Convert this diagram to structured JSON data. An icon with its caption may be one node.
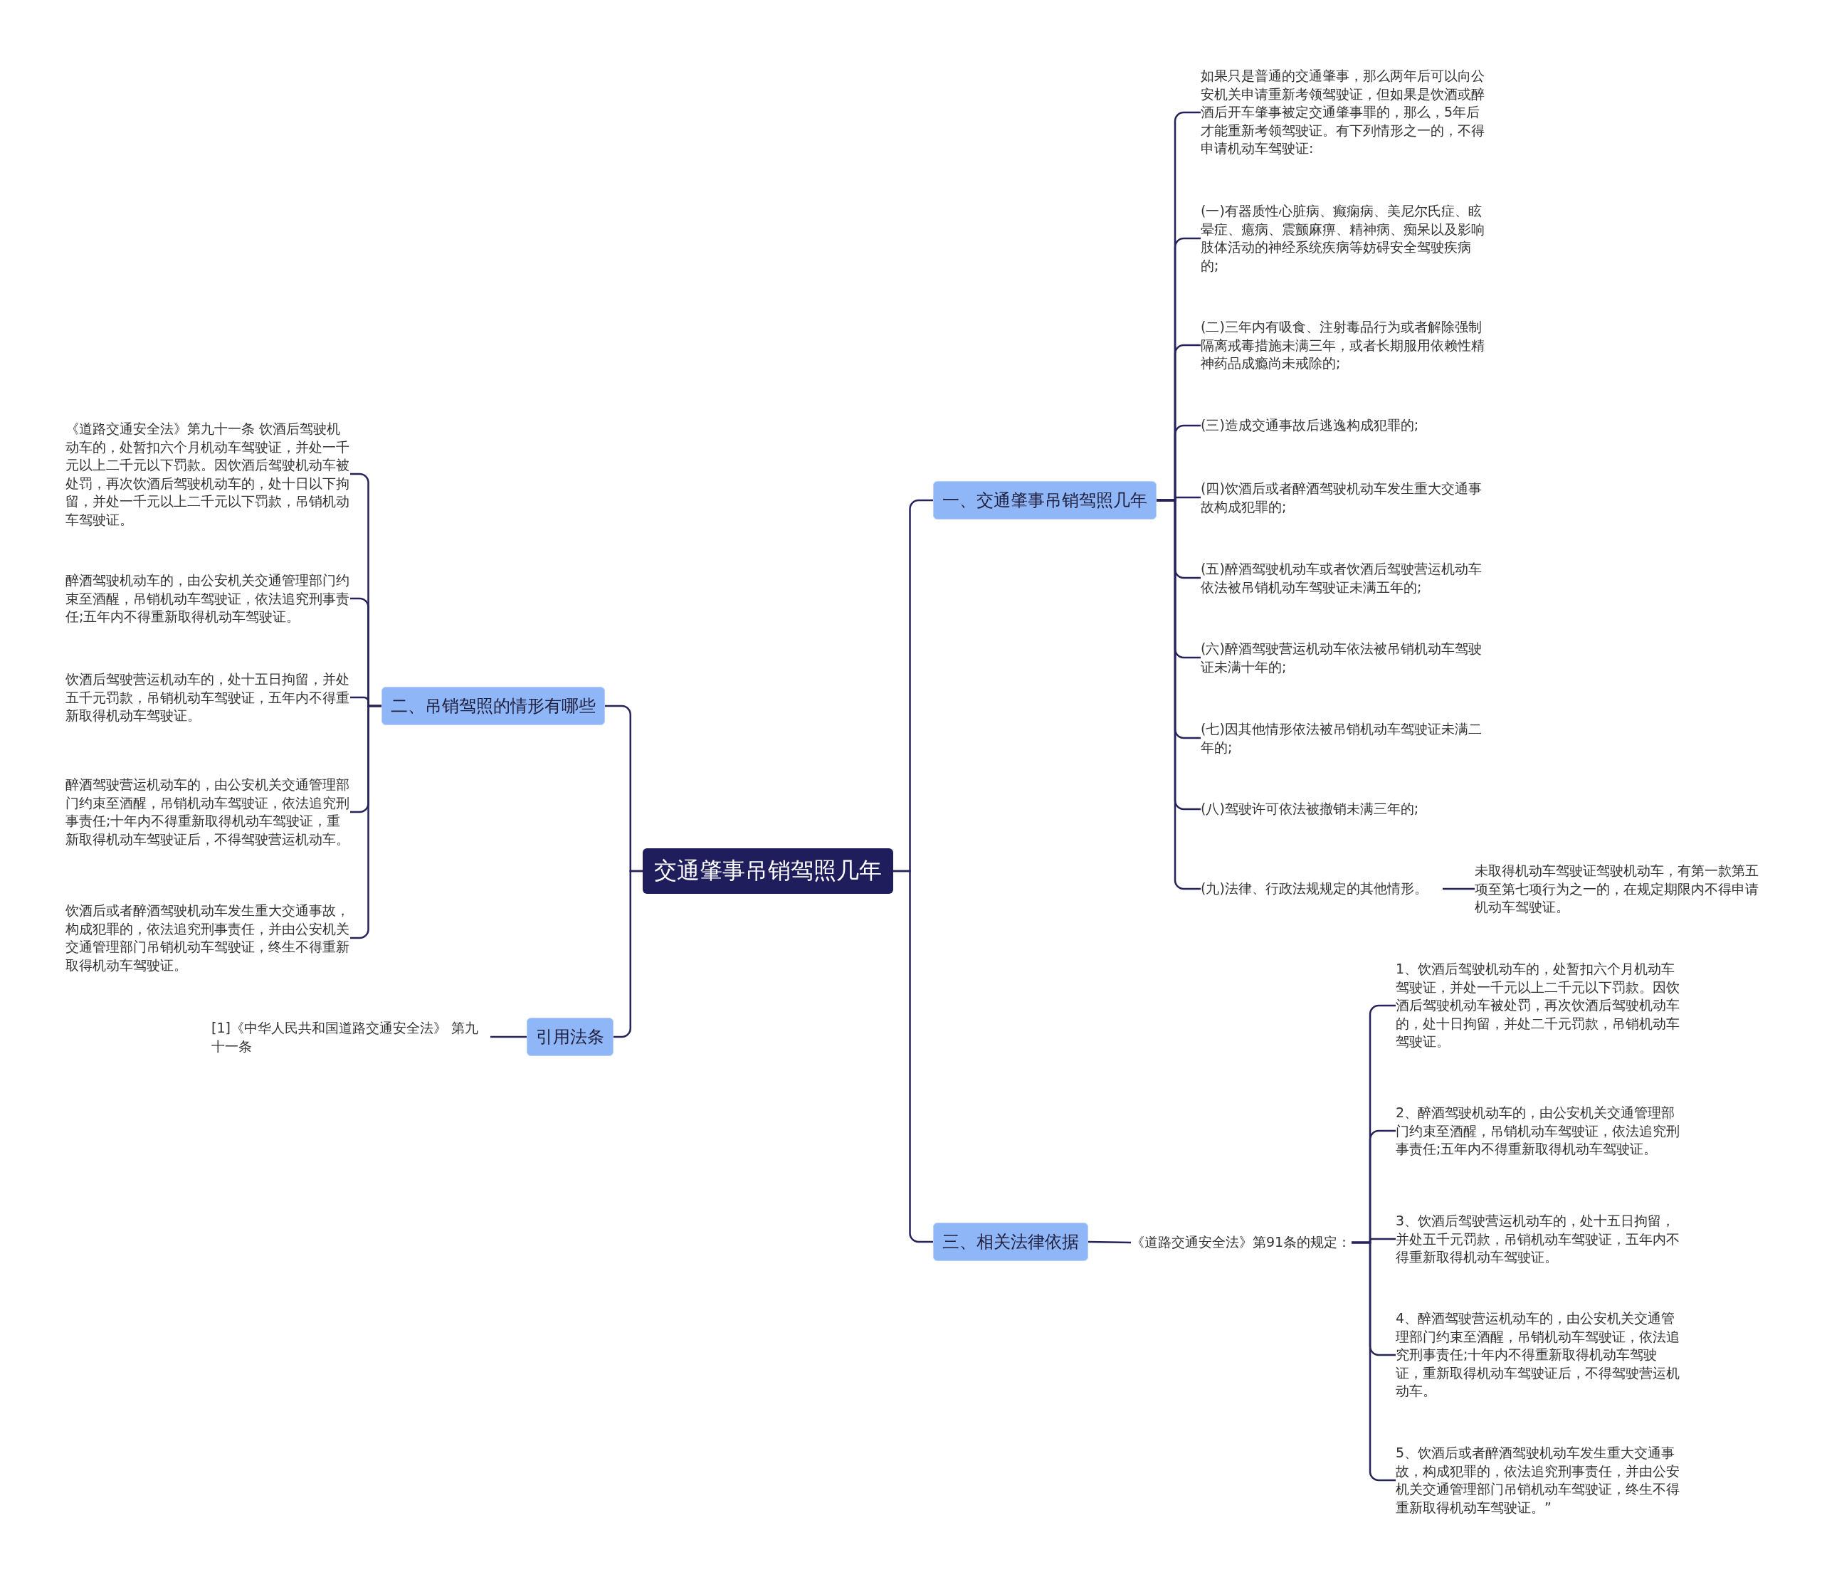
{
  "diagram": {
    "nodes": [
      {
        "text": [
          "交通肇事吊销驾照几年"
        ]
      },
      {
        "text": [
          "一、交通肇事吊销驾照几年"
        ]
      },
      {
        "text": [
          "如果只是普通的交通肇事，那么两年后可以向公安机关申请重新考领驾驶证，但如果是饮酒或醉酒后开车肇事被定交通肇事罪的，那么，5年后才能重新考领驾驶证。有下列情形之一的，不得申请机动车驾驶证:"
        ]
      },
      {
        "text": [
          "(一)有器质性心脏病、癫痫病、美尼尔氏症、眩晕症、癔病、震颤麻痹、精神病、痴呆以及影响肢体活动的神经系统疾病等妨碍安全驾驶疾病的;"
        ]
      },
      {
        "text": [
          "(二)三年内有吸食、注射毒品行为或者解除强制隔离戒毒措施未满三年，或者长期服用依赖性精神药品成瘾尚未戒除的;"
        ]
      },
      {
        "text": [
          "(三)造成交通事故后逃逸构成犯罪的;"
        ]
      },
      {
        "text": [
          "(四)饮酒后或者醉酒驾驶机动车发生重大交通事故构成犯罪的;"
        ]
      },
      {
        "text": [
          "(五)醉酒驾驶机动车或者饮酒后驾驶营运机动车依法被吊销机动车驾驶证未满五年的;"
        ]
      },
      {
        "text": [
          "(六)醉酒驾驶营运机动车依法被吊销机动车驾驶证未满十年的;"
        ]
      },
      {
        "text": [
          "(七)因其他情形依法被吊销机动车驾驶证未满二年的;"
        ]
      },
      {
        "text": [
          "(八)驾驶许可依法被撤销未满三年的;"
        ]
      },
      {
        "text": [
          "(九)法律、行政法规规定的其他情形。"
        ]
      },
      {
        "text": [
          "未取得机动车驾驶证驾驶机动车，有第一款第五项至第七项行为之一的，在规定期限内不得申请机动车驾驶证。"
        ]
      },
      {
        "text": [
          "二、吊销驾照的情形有哪些"
        ]
      },
      {
        "text": [
          "《道路交通安全法》第九十一条 饮酒后驾驶机动车的，处暂扣六个月机动车驾驶证，并处一千元以上二千元以下罚款。因饮酒后驾驶机动车被处罚，再次饮酒后驾驶机动车的，处十日以下拘留，并处一千元以上二千元以下罚款，吊销机动车驾驶证。"
        ]
      },
      {
        "text": [
          "醉酒驾驶机动车的，由公安机关交通管理部门约束至酒醒，吊销机动车驾驶证，依法追究刑事责任;五年内不得重新取得机动车驾驶证。"
        ]
      },
      {
        "text": [
          "饮酒后驾驶营运机动车的，处十五日拘留，并处五千元罚款，吊销机动车驾驶证，五年内不得重新取得机动车驾驶证。"
        ]
      },
      {
        "text": [
          "醉酒驾驶营运机动车的，由公安机关交通管理部门约束至酒醒，吊销机动车驾驶证，依法追究刑事责任;十年内不得重新取得机动车驾驶证，重新取得机动车驾驶证后，不得驾驶营运机动车。"
        ]
      },
      {
        "text": [
          "饮酒后或者醉酒驾驶机动车发生重大交通事故，构成犯罪的，依法追究刑事责任，并由公安机关交通管理部门吊销机动车驾驶证，终生不得重新取得机动车驾驶证。"
        ]
      },
      {
        "text": [
          "引用法条"
        ]
      },
      {
        "text": [
          "[1]《中华人民共和国道路交通安全法》 第九十一条"
        ]
      },
      {
        "text": [
          "三、相关法律依据"
        ]
      },
      {
        "text": [
          "《道路交通安全法》第91条的规定："
        ]
      },
      {
        "text": [
          "1、饮酒后驾驶机动车的，处暂扣六个月机动车驾驶证，并处一千元以上二千元以下罚款。因饮酒后驾驶机动车被处罚，再次饮酒后驾驶机动车的，处十日拘留，并处二千元罚款，吊销机动车驾驶证。"
        ]
      },
      {
        "text": [
          "2、醉酒驾驶机动车的，由公安机关交通管理部门约束至酒醒，吊销机动车驾驶证，依法追究刑事责任;五年内不得重新取得机动车驾驶证。"
        ]
      },
      {
        "text": [
          "3、饮酒后驾驶营运机动车的，处十五日拘留，并处五千元罚款，吊销机动车驾驶证，五年内不得重新取得机动车驾驶证。"
        ]
      },
      {
        "text": [
          "4、醉酒驾驶营运机动车的，由公安机关交通管理部门约束至酒醒，吊销机动车驾驶证，依法追究刑事责任;十年内不得重新取得机动车驾驶证，重新取得机动车驾驶证后，不得驾驶营运机动车。"
        ]
      },
      {
        "text": [
          "5、饮酒后或者醉酒驾驶机动车发生重大交通事故，构成犯罪的，依法追究刑事责任，并由公安机关交通管理部门吊销机动车驾驶证，终生不得重新取得机动车驾驶证。”"
        ]
      }
    ],
    "edges": [
      {
        "from": 0,
        "to": 1,
        "arrow": "none"
      },
      {
        "from": 1,
        "to": 2,
        "arrow": "none"
      },
      {
        "from": 1,
        "to": 3,
        "arrow": "none"
      },
      {
        "from": 1,
        "to": 4,
        "arrow": "none"
      },
      {
        "from": 1,
        "to": 5,
        "arrow": "none"
      },
      {
        "from": 1,
        "to": 6,
        "arrow": "none"
      },
      {
        "from": 1,
        "to": 7,
        "arrow": "none"
      },
      {
        "from": 1,
        "to": 8,
        "arrow": "none"
      },
      {
        "from": 1,
        "to": 9,
        "arrow": "none"
      },
      {
        "from": 1,
        "to": 10,
        "arrow": "none"
      },
      {
        "from": 1,
        "to": 11,
        "arrow": "none"
      },
      {
        "from": 11,
        "to": 12,
        "arrow": "none"
      },
      {
        "from": 0,
        "to": 13,
        "arrow": "none"
      },
      {
        "from": 13,
        "to": 14,
        "arrow": "none"
      },
      {
        "from": 13,
        "to": 15,
        "arrow": "none"
      },
      {
        "from": 13,
        "to": 16,
        "arrow": "none"
      },
      {
        "from": 13,
        "to": 17,
        "arrow": "none"
      },
      {
        "from": 13,
        "to": 18,
        "arrow": "none"
      },
      {
        "from": 0,
        "to": 19,
        "arrow": "none"
      },
      {
        "from": 19,
        "to": 20,
        "arrow": "none"
      },
      {
        "from": 0,
        "to": 21,
        "arrow": "none"
      },
      {
        "from": 21,
        "to": 22,
        "arrow": "none"
      },
      {
        "from": 22,
        "to": 23,
        "arrow": "none"
      },
      {
        "from": 22,
        "to": 24,
        "arrow": "none"
      },
      {
        "from": 22,
        "to": 25,
        "arrow": "none"
      },
      {
        "from": 22,
        "to": 26,
        "arrow": "none"
      },
      {
        "from": 22,
        "to": 27,
        "arrow": "none"
      }
    ]
  }
}
